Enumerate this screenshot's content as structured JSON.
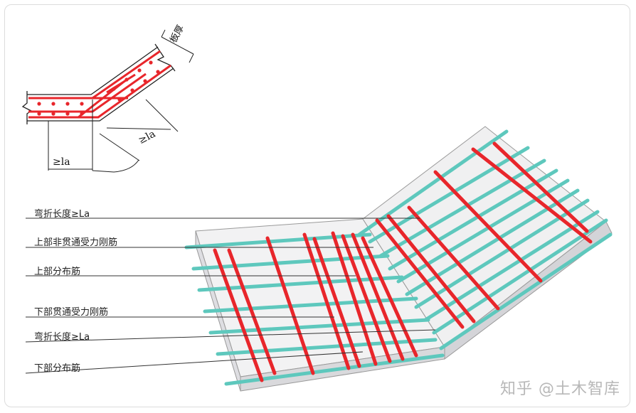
{
  "detail": {
    "dim_thickness": "板厚",
    "dim_la_left": "≥la",
    "dim_la_right": "≥la"
  },
  "labels": [
    {
      "id": "bend-length-top",
      "text": "弯折长度≥La"
    },
    {
      "id": "top-non-continuous-main-bar",
      "text": "上部非贯通受力刚筋"
    },
    {
      "id": "top-distribution-bar",
      "text": "上部分布筋"
    },
    {
      "id": "bottom-continuous-main-bar",
      "text": "下部贯通受力刚筋"
    },
    {
      "id": "bend-length-bottom",
      "text": "弯折长度≥La"
    },
    {
      "id": "bottom-distribution-bar",
      "text": "下部分布筋"
    }
  ],
  "watermark": "知乎 @土木智库",
  "colors": {
    "main_bar": "#e8262b",
    "distribution_bar": "#5ec8bd",
    "slab_fill": "#e8e8ea",
    "slab_edge": "#9a9a9a",
    "leader": "#333333"
  }
}
